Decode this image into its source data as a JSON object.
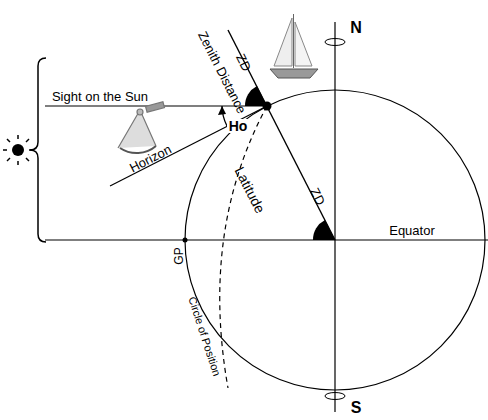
{
  "diagram": {
    "labels": [
      "Sight on the Sun",
      "Zenith Distance",
      "ZD",
      "Horizon",
      "Ho",
      "Latitude",
      "ZD",
      "Equator",
      "GP",
      "N",
      "S",
      "Circle of Position"
    ]
  }
}
